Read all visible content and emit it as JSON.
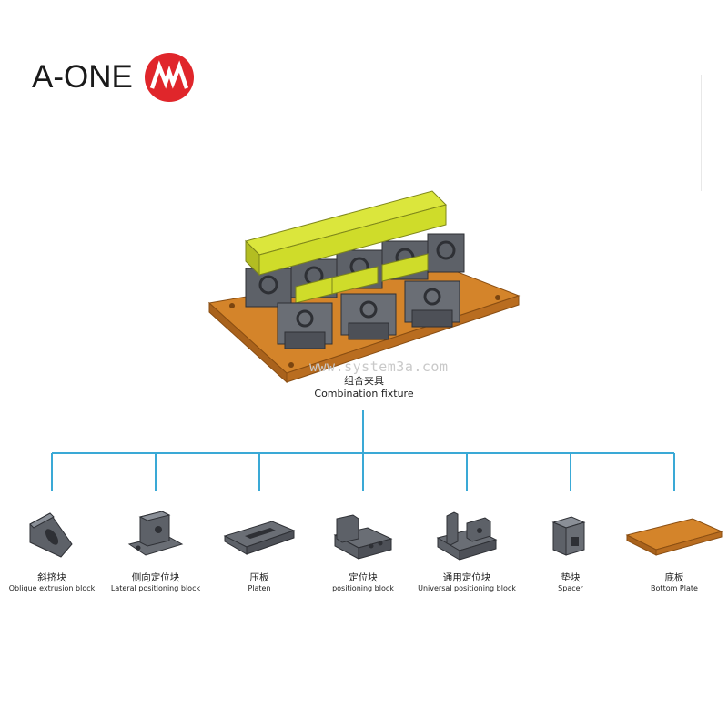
{
  "brand": {
    "name": "A-ONE",
    "logo_color": "#e0262b"
  },
  "watermark": "www.system3a.com",
  "main": {
    "label_zh": "组合夹具",
    "label_en": "Combination fixture"
  },
  "line_color": "#3aa9d6",
  "components": [
    {
      "id": "oblique",
      "label_zh": "斜挤块",
      "label_en": "Oblique extrusion block"
    },
    {
      "id": "lateral",
      "label_zh": "侧向定位块",
      "label_en": "Lateral positioning block"
    },
    {
      "id": "platen",
      "label_zh": "压板",
      "label_en": "Platen"
    },
    {
      "id": "positioning",
      "label_zh": "定位块",
      "label_en": "positioning block"
    },
    {
      "id": "universal",
      "label_zh": "通用定位块",
      "label_en": "Universal positioning block"
    },
    {
      "id": "spacer",
      "label_zh": "垫块",
      "label_en": "Spacer"
    },
    {
      "id": "bottom",
      "label_zh": "底板",
      "label_en": "Bottom Plate"
    }
  ],
  "colors": {
    "steel": "#5d6168",
    "steel_light": "#8a8f97",
    "plate": "#d4842a",
    "jaw": "#cfdc2a"
  }
}
